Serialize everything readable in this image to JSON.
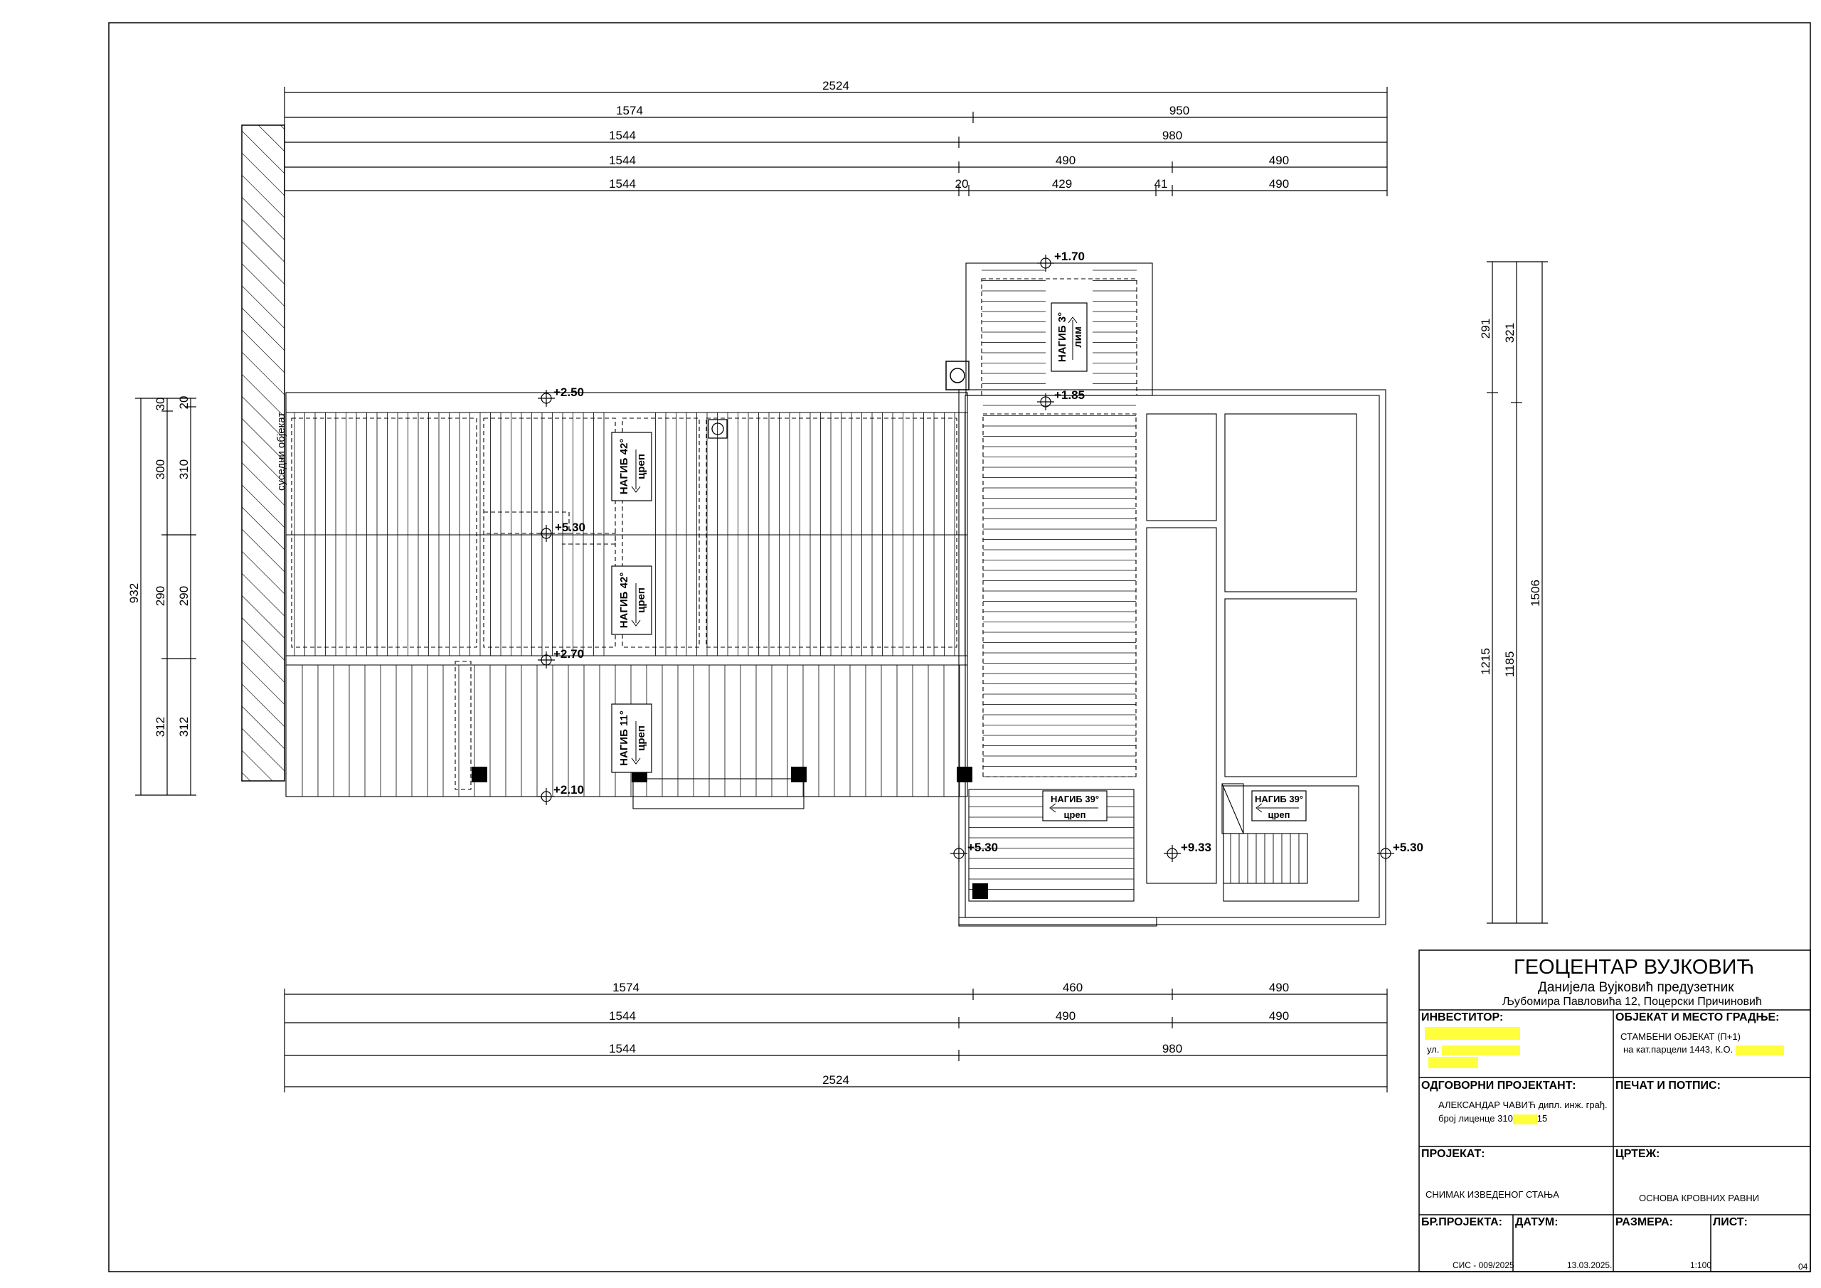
{
  "dims_top": {
    "row1": [
      "2524"
    ],
    "row2": [
      "1574",
      "950"
    ],
    "row3": [
      "1544",
      "980"
    ],
    "row4": [
      "1544",
      "490",
      "490"
    ],
    "row5": [
      "1544",
      "20",
      "429",
      "41",
      "490"
    ]
  },
  "dims_bottom": {
    "row1": [
      "1574",
      "460",
      "490"
    ],
    "row2": [
      "1544",
      "490",
      "490"
    ],
    "row3": [
      "1544",
      "980"
    ],
    "row4": [
      "2524"
    ]
  },
  "dims_left": {
    "outer": [
      "932"
    ],
    "mid": [
      "30",
      "300",
      "290",
      "312"
    ],
    "inner": [
      "20",
      "310",
      "290",
      "312"
    ]
  },
  "dims_right": {
    "a": [
      "291",
      "1215"
    ],
    "b": [
      "321",
      "1185"
    ],
    "c": [
      "1506"
    ]
  },
  "levels": {
    "l170": "+1.70",
    "l185": "+1.85",
    "l250": "+2.50",
    "l530a": "+5.30",
    "l270": "+2.70",
    "l210": "+2.10",
    "l530b": "+5.30",
    "l933": "+9.33",
    "l530c": "+5.30"
  },
  "neighbor_label": "суседни објекат",
  "slopes": {
    "s1": {
      "title": "НАГИБ 42°",
      "material": "цреп"
    },
    "s2": {
      "title": "НАГИБ 42°",
      "material": "цреп"
    },
    "s3": {
      "title": "НАГИБ 11°",
      "material": "цреп"
    },
    "s4": {
      "title": "НАГИБ 3°",
      "material": "лим"
    },
    "s5": {
      "title": "НАГИБ 39°",
      "material": "цреп"
    },
    "s6": {
      "title": "НАГИБ 39°",
      "material": "цреп"
    }
  },
  "title_block": {
    "company": "ГЕОЦЕНТАР ВУЈКОВИЋ",
    "owner": "Данијела Вујковић предузетник",
    "address": "Љубомира Павловића 12, Поцерски Причиновић",
    "investor_label": "ИНВЕСТИТОР:",
    "investor_street": "ул.",
    "object_label": "ОБЈЕКАТ И МЕСТО ГРАДЊЕ:",
    "object_line1": "СТАМБЕНИ ОБЈЕКАТ (П+1)",
    "object_line2": "на кат.парцели 1443, К.О.",
    "designer_label": "ОДГОВОРНИ ПРОЈЕКТАНТ:",
    "designer_name": "АЛЕКСАНДАР ЧАВИЋ дипл. инж. грађ.",
    "license_prefix": "број лиценце 310",
    "license_suffix": "15",
    "stamp_label": "ПЕЧАТ И ПОТПИС:",
    "project_label": "ПРОЈЕКАТ:",
    "project_value": "СНИМАК ИЗВЕДЕНОГ СТАЊА",
    "drawing_label": "ЦРТЕЖ:",
    "drawing_value": "ОСНОВА КРОВНИХ РАВНИ",
    "projno_label": "БР.ПРОЈЕКТА:",
    "date_label": "ДАТУМ:",
    "scale_label": "РАЗМЕРА:",
    "sheet_label": "ЛИСТ:",
    "projno_value": "СИС - 009/2025",
    "date_value": "13.03.2025.",
    "scale_value": "1:100",
    "sheet_value": "04"
  }
}
